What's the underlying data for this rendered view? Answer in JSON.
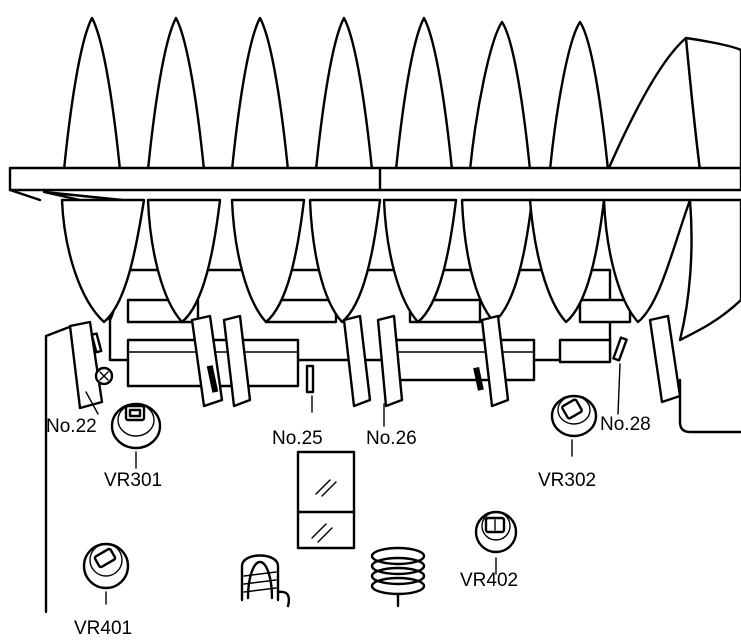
{
  "labels": {
    "no22": "No.22",
    "no25": "No.25",
    "no26": "No.26",
    "no28": "No.28",
    "vr301": "VR301",
    "vr302": "VR302",
    "vr401": "VR401",
    "vr402": "VR402"
  }
}
